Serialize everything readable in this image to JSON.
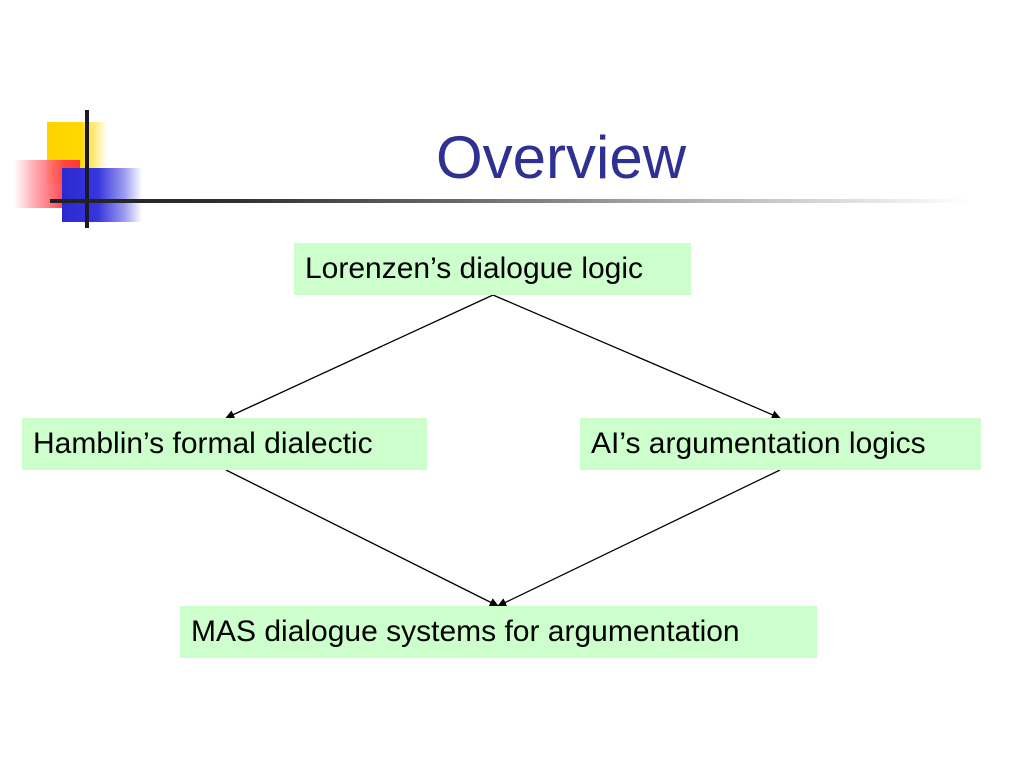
{
  "slide": {
    "title": "Overview"
  },
  "diagram": {
    "nodes": {
      "top": "Lorenzen’s dialogue logic",
      "left": "Hamblin’s formal dialectic",
      "right": "AI’s argumentation logics",
      "bottom": "MAS dialogue systems for argumentation"
    },
    "edges": [
      {
        "from": "top",
        "to": "left"
      },
      {
        "from": "top",
        "to": "right"
      },
      {
        "from": "left",
        "to": "bottom"
      },
      {
        "from": "right",
        "to": "bottom"
      }
    ]
  },
  "colors": {
    "title": "#2e3192",
    "node_fill": "#ccffcc",
    "edge": "#000000"
  }
}
